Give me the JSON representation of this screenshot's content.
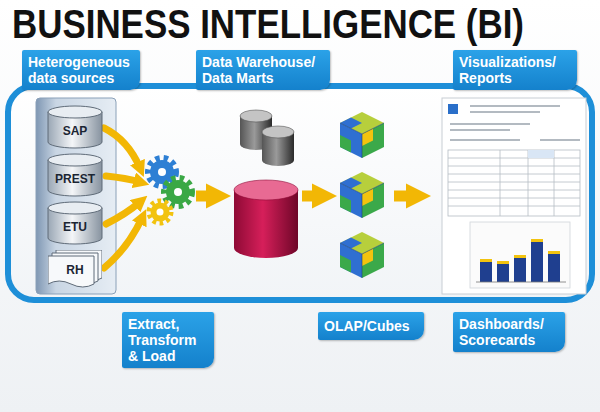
{
  "diagram": {
    "title": "BUSINESS INTELLIGENCE (BI)",
    "nodes": [
      {
        "text": [
          "Heterogeneous data sources"
        ]
      },
      {
        "text": [
          "Data Warehouse/ Data Marts"
        ]
      },
      {
        "text": [
          "Visualizations/ Reports"
        ]
      },
      {
        "text": [
          "SAP"
        ]
      },
      {
        "text": [
          "PREST"
        ]
      },
      {
        "text": [
          "ETU"
        ]
      },
      {
        "text": [
          "RH"
        ]
      },
      {
        "text": [
          "Extract, Transform & Load"
        ]
      },
      {
        "text": [
          "OLAP/Cubes"
        ]
      },
      {
        "text": [
          "Dashboards/ Scorecards"
        ]
      }
    ]
  }
}
